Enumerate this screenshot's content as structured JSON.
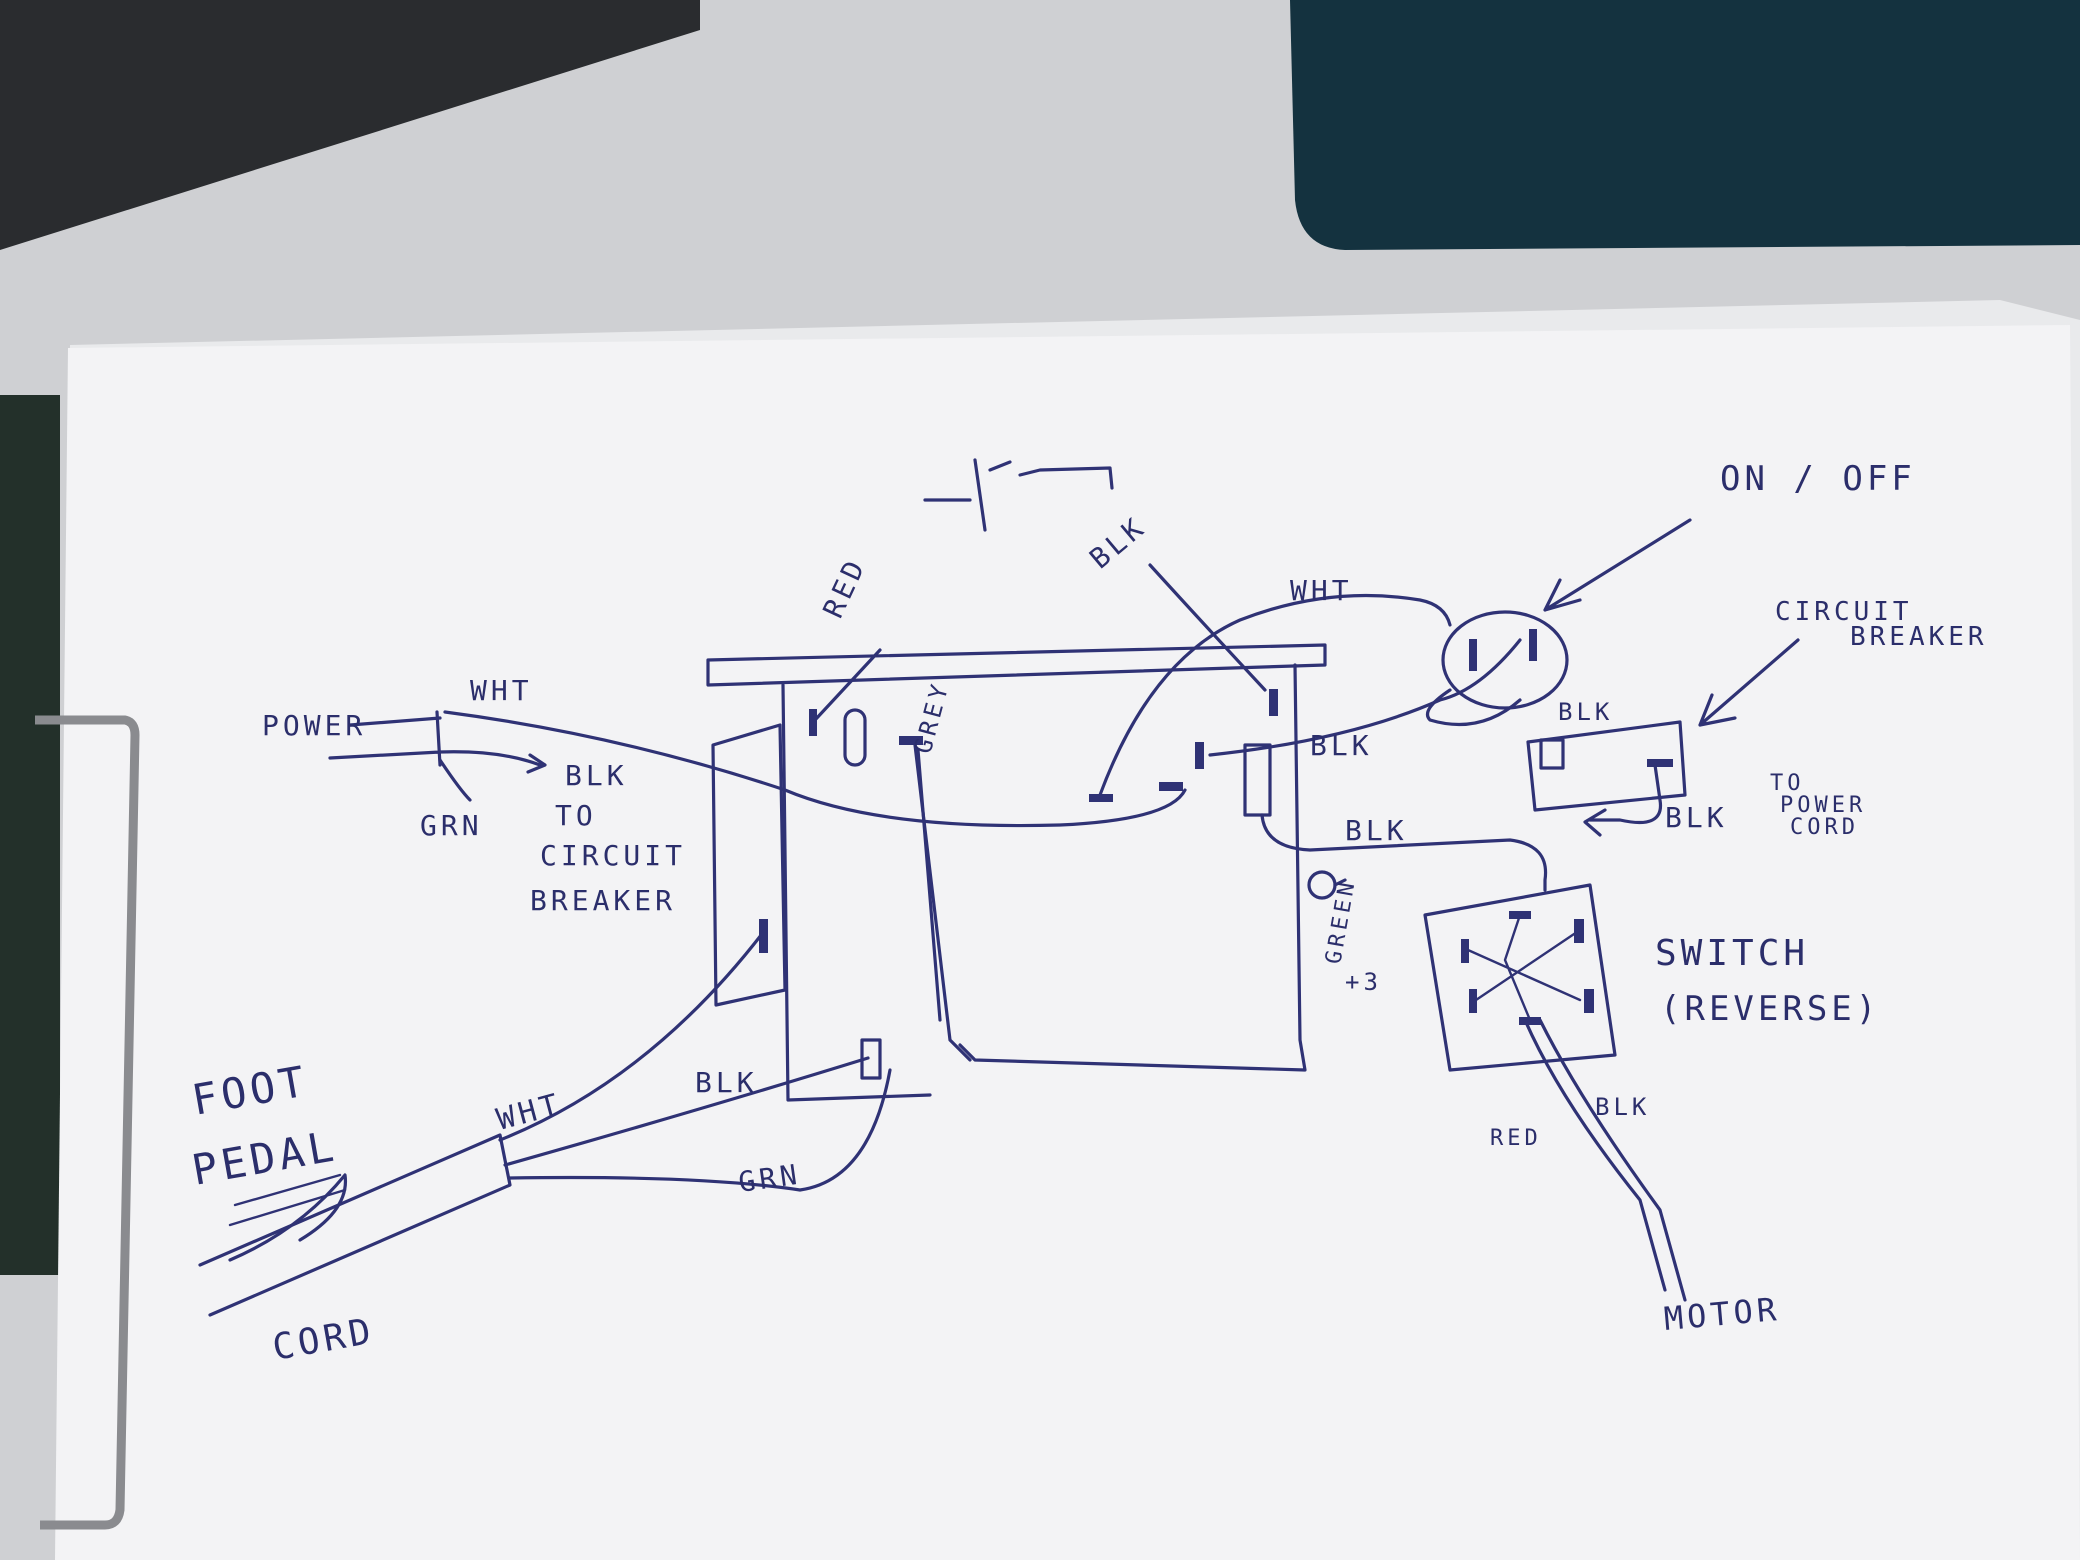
{
  "diagram": {
    "labels": {
      "power": "POWER",
      "wht_power": "WHT",
      "grn_power": "GRN",
      "blk_to_breaker": [
        "BLK",
        "TO",
        "CIRCUIT",
        "BREAKER"
      ],
      "red_top": "RED",
      "blk_top": "BLK",
      "wht_top": "WHT",
      "on_off": "ON / OFF",
      "circuit_breaker": [
        "CIRCUIT",
        "BREAKER"
      ],
      "grey": "GREY",
      "blk_mid": "BLK",
      "blk_breaker": "BLK",
      "blk_power_cord": "BLK",
      "to_power_cord": [
        "TO",
        "POWER",
        "CORD"
      ],
      "blk_lower": "BLK",
      "green_ground": [
        "GREEN",
        "+3"
      ],
      "switch_reverse": [
        "SWITCH",
        "(REVERSE)"
      ],
      "foot_pedal": [
        "FOOT",
        "PEDAL"
      ],
      "wht_pedal": "WHT",
      "blk_pedal": "BLK",
      "grn_pedal": "GRN",
      "cord": "CORD",
      "red_motor": "RED",
      "blk_motor": "BLK",
      "motor": "MOTOR"
    }
  }
}
